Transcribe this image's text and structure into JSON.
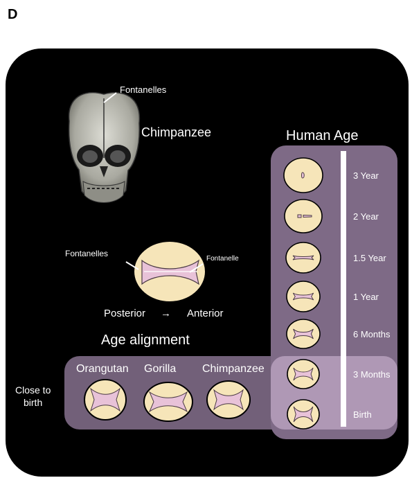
{
  "panel_label": "D",
  "chimp_skull": {
    "fontanelles_label": "Fontanelles",
    "species_label": "Chimpanzee"
  },
  "diagram_skull": {
    "left_label": "Fontanelles",
    "right_label": "Fontanelle",
    "posterior": "Posterior",
    "arrow": "→",
    "anterior": "Anterior"
  },
  "human_age": {
    "title": "Human  Age",
    "stages": [
      {
        "label": "3 Year"
      },
      {
        "label": "2 Year"
      },
      {
        "label": "1.5 Year"
      },
      {
        "label": "1 Year"
      },
      {
        "label": "6 Months"
      },
      {
        "label": "3 Months"
      },
      {
        "label": "Birth"
      }
    ]
  },
  "age_alignment": {
    "title": "Age alignment",
    "row_label_line1": "Close to",
    "row_label_line2": "birth",
    "species": [
      {
        "name": "Orangutan"
      },
      {
        "name": "Gorilla"
      },
      {
        "name": "Chimpanzee"
      }
    ]
  },
  "colors": {
    "background": "#000000",
    "purple_box": "#7e6a86",
    "purple_light": "#b7a0bd",
    "skull_fill": "#f6e5b9",
    "suture": "#e8c2d8"
  }
}
